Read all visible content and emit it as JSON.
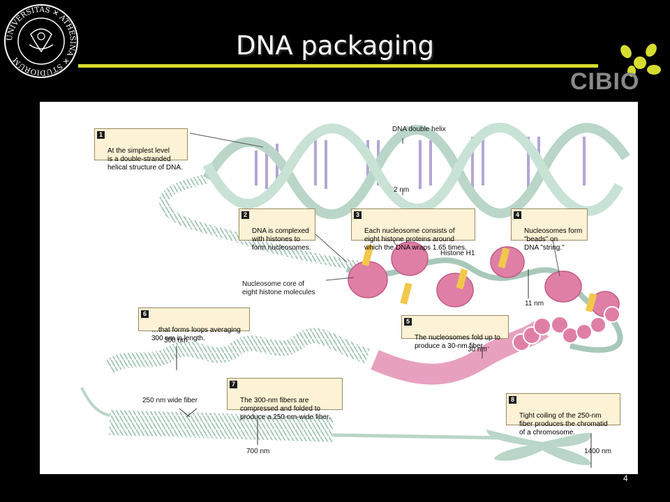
{
  "slide": {
    "title": "DNA packaging",
    "page_number": "4",
    "accent_color": "#d6dc2f"
  },
  "seal": {
    "ring_text": "UNIVERSITAS ✕ ATHESINA ✕ STUDIORUM",
    "icon": "university-seal-icon"
  },
  "logo": {
    "text": "CIBIO",
    "color": "#d6dc2f",
    "icon": "cibio-logo-icon"
  },
  "diagram": {
    "callouts": [
      {
        "num": "1",
        "text": "At the simplest level\nis a double-stranded\nhelical structure of DNA."
      },
      {
        "num": "2",
        "text": "DNA is complexed\nwith histones to\nform nucleosomes."
      },
      {
        "num": "3",
        "text": "Each nucleosome consists of\neight histone proteins around\nwhich the DNA wraps 1.65 times."
      },
      {
        "num": "4",
        "text": "Nucleosomes form\n\"beads\" on\nDNA \"string.\""
      },
      {
        "num": "5",
        "text": "The nucleosomes fold up to\nproduce a 30-nm fiber…"
      },
      {
        "num": "6",
        "text": "…that forms loops averaging\n300 nm in length."
      },
      {
        "num": "7",
        "text": "The 300-nm fibers are\ncompressed and folded to\nproduce a 250-nm-wide fiber."
      },
      {
        "num": "8",
        "text": "Tight coiling of the 250-nm\nfiber produces the chromatid\nof a chromosome."
      }
    ],
    "labels": {
      "dna_double_helix": "DNA double helix",
      "two_nm": "2 nm",
      "histone_h1": "Histone H1",
      "nucleosome_core": "Nucleosome core of\neight histone molecules",
      "eleven_nm": "11 nm",
      "three_hundred_nm": "300 nm",
      "thirty_nm": "30 nm",
      "fiber_250": "250 nm wide fiber",
      "seven_hundred_nm": "700 nm",
      "fourteen_hundred_nm": "1400 nm"
    },
    "colors": {
      "backbone": "#b9d6c8",
      "base_pairs": "#b3a6d4",
      "histone": "#e07fa6",
      "histone_h1": "#f2c84b",
      "callout_bg": "#fdf2d6"
    }
  }
}
